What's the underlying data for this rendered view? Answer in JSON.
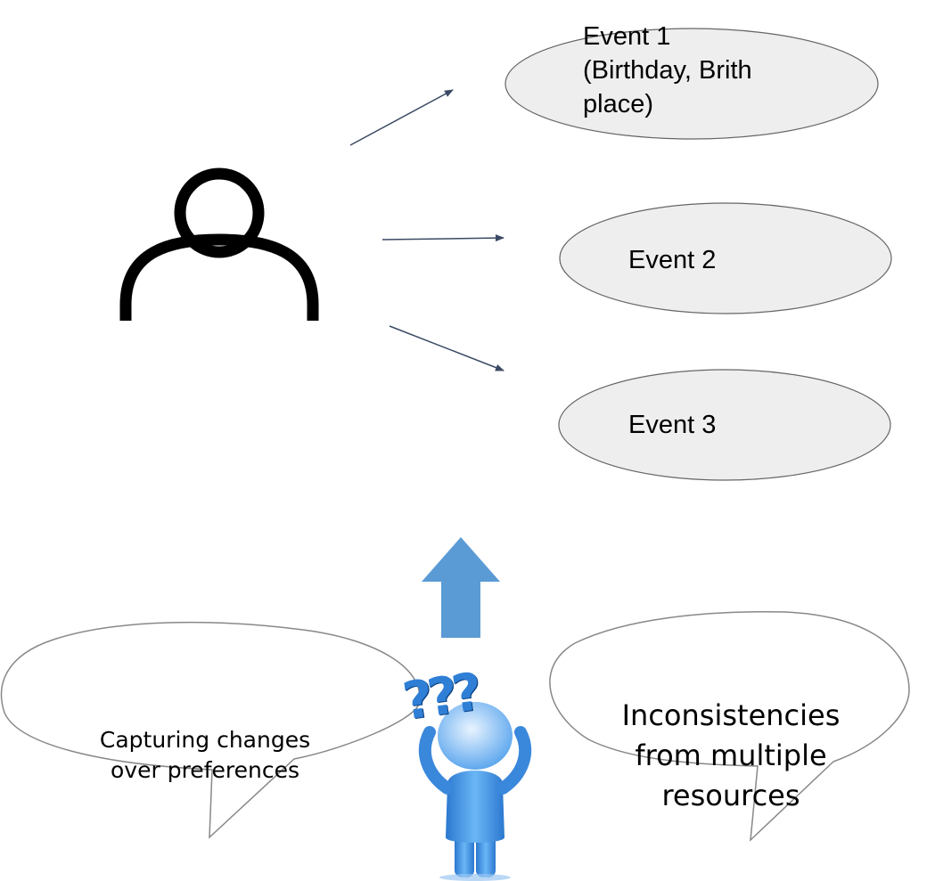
{
  "events": [
    {
      "lines": [
        "Event 1",
        "(Birthday, Brith",
        "place)"
      ]
    },
    {
      "lines": [
        "Event 2"
      ]
    },
    {
      "lines": [
        "Event 3"
      ]
    }
  ],
  "bubbles": {
    "left": {
      "lines": [
        "Capturing changes",
        "over preferences"
      ]
    },
    "right": {
      "lines": [
        "Inconsistencies",
        "from multiple",
        "resources"
      ]
    }
  },
  "confused_figure": {
    "question_marks": "???"
  },
  "colors": {
    "ellipse_fill": "#eeeeee",
    "ellipse_stroke": "#666666",
    "arrow": "#3b4a63",
    "up_arrow": "#5b9bd5",
    "person_icon": "#000000",
    "figure_blue": "#2f7fd6"
  }
}
